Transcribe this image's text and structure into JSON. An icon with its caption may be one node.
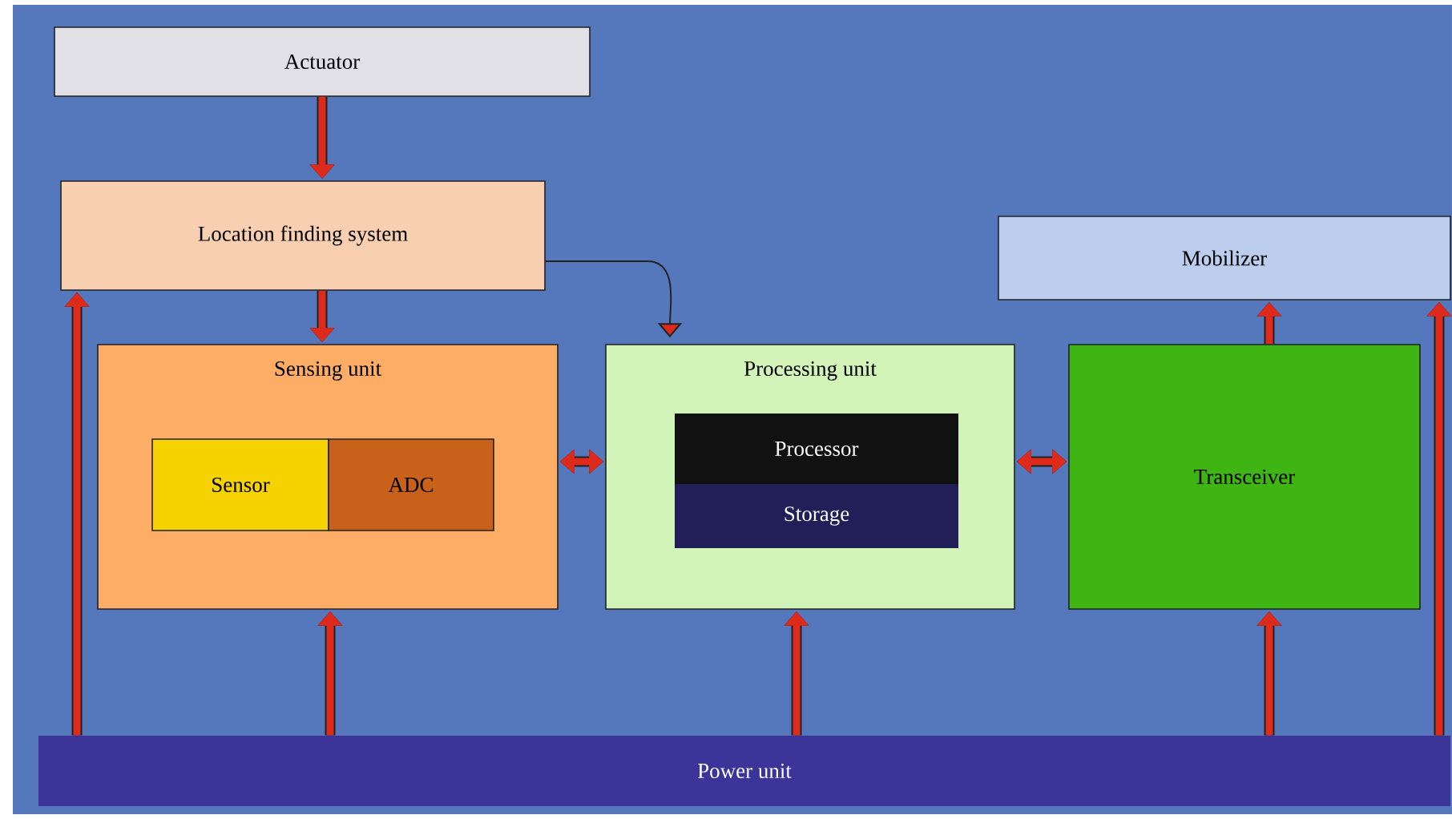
{
  "diagram": {
    "nodes": [
      {
        "text": [
          "Actuator"
        ]
      },
      {
        "text": [
          "Location finding system"
        ]
      },
      {
        "text": [
          "Mobilizer"
        ]
      },
      {
        "text": [
          "Sensing unit"
        ]
      },
      {
        "text": [
          "Sensor"
        ],
        "in": 3
      },
      {
        "text": [
          "ADC"
        ],
        "in": 3
      },
      {
        "text": [
          "Processing unit"
        ]
      },
      {
        "text": [
          "Processor"
        ],
        "in": 6
      },
      {
        "text": [
          "Storage"
        ],
        "in": 6
      },
      {
        "text": [
          "Transceiver"
        ]
      },
      {
        "text": [
          "Power unit"
        ]
      }
    ],
    "edges": [
      {
        "from": 0,
        "to": 1,
        "arrow": "to"
      },
      {
        "from": 1,
        "to": 3,
        "arrow": "to"
      },
      {
        "from": 1,
        "to": 6,
        "arrow": "to",
        "color": "#222222"
      },
      {
        "from": 3,
        "to": 6,
        "arrow": "both"
      },
      {
        "from": 6,
        "to": 9,
        "arrow": "both"
      },
      {
        "from": 9,
        "to": 2,
        "arrow": "to"
      },
      {
        "from": 10,
        "to": 1,
        "arrow": "to"
      },
      {
        "from": 10,
        "to": 2,
        "arrow": "to"
      },
      {
        "from": 10,
        "to": 3,
        "arrow": "to"
      },
      {
        "from": 10,
        "to": 6,
        "arrow": "to"
      },
      {
        "from": 10,
        "to": 9,
        "arrow": "to"
      }
    ]
  }
}
